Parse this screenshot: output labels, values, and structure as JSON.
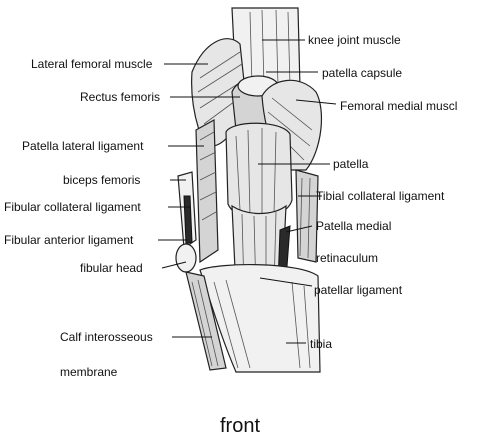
{
  "labels": {
    "knee_joint_muscle": "knee joint muscle",
    "lateral_femoral_muscle": "Lateral femoral muscle",
    "patella_capsule": "patella capsule",
    "rectus_femoris": "Rectus femoris",
    "femoral_medial_muscle": "Femoral medial muscl",
    "patella_lateral_ligament": "Patella lateral ligament",
    "patella": "patella",
    "biceps_femoris": "biceps femoris",
    "tibial_collateral_ligament": "Tibial collateral ligament",
    "fibular_collateral_ligament": "Fibular collateral ligament",
    "patella_medial": "Patella medial",
    "fibular_anterior_ligament": "Fibular anterior ligament",
    "fibular_head": "fibular head",
    "retinaculum": "retinaculum",
    "patellar_ligament": "patellar ligament",
    "calf_interosseous": "Calf interosseous",
    "tibia": "tibia",
    "membrane": "membrane"
  },
  "caption": "front"
}
